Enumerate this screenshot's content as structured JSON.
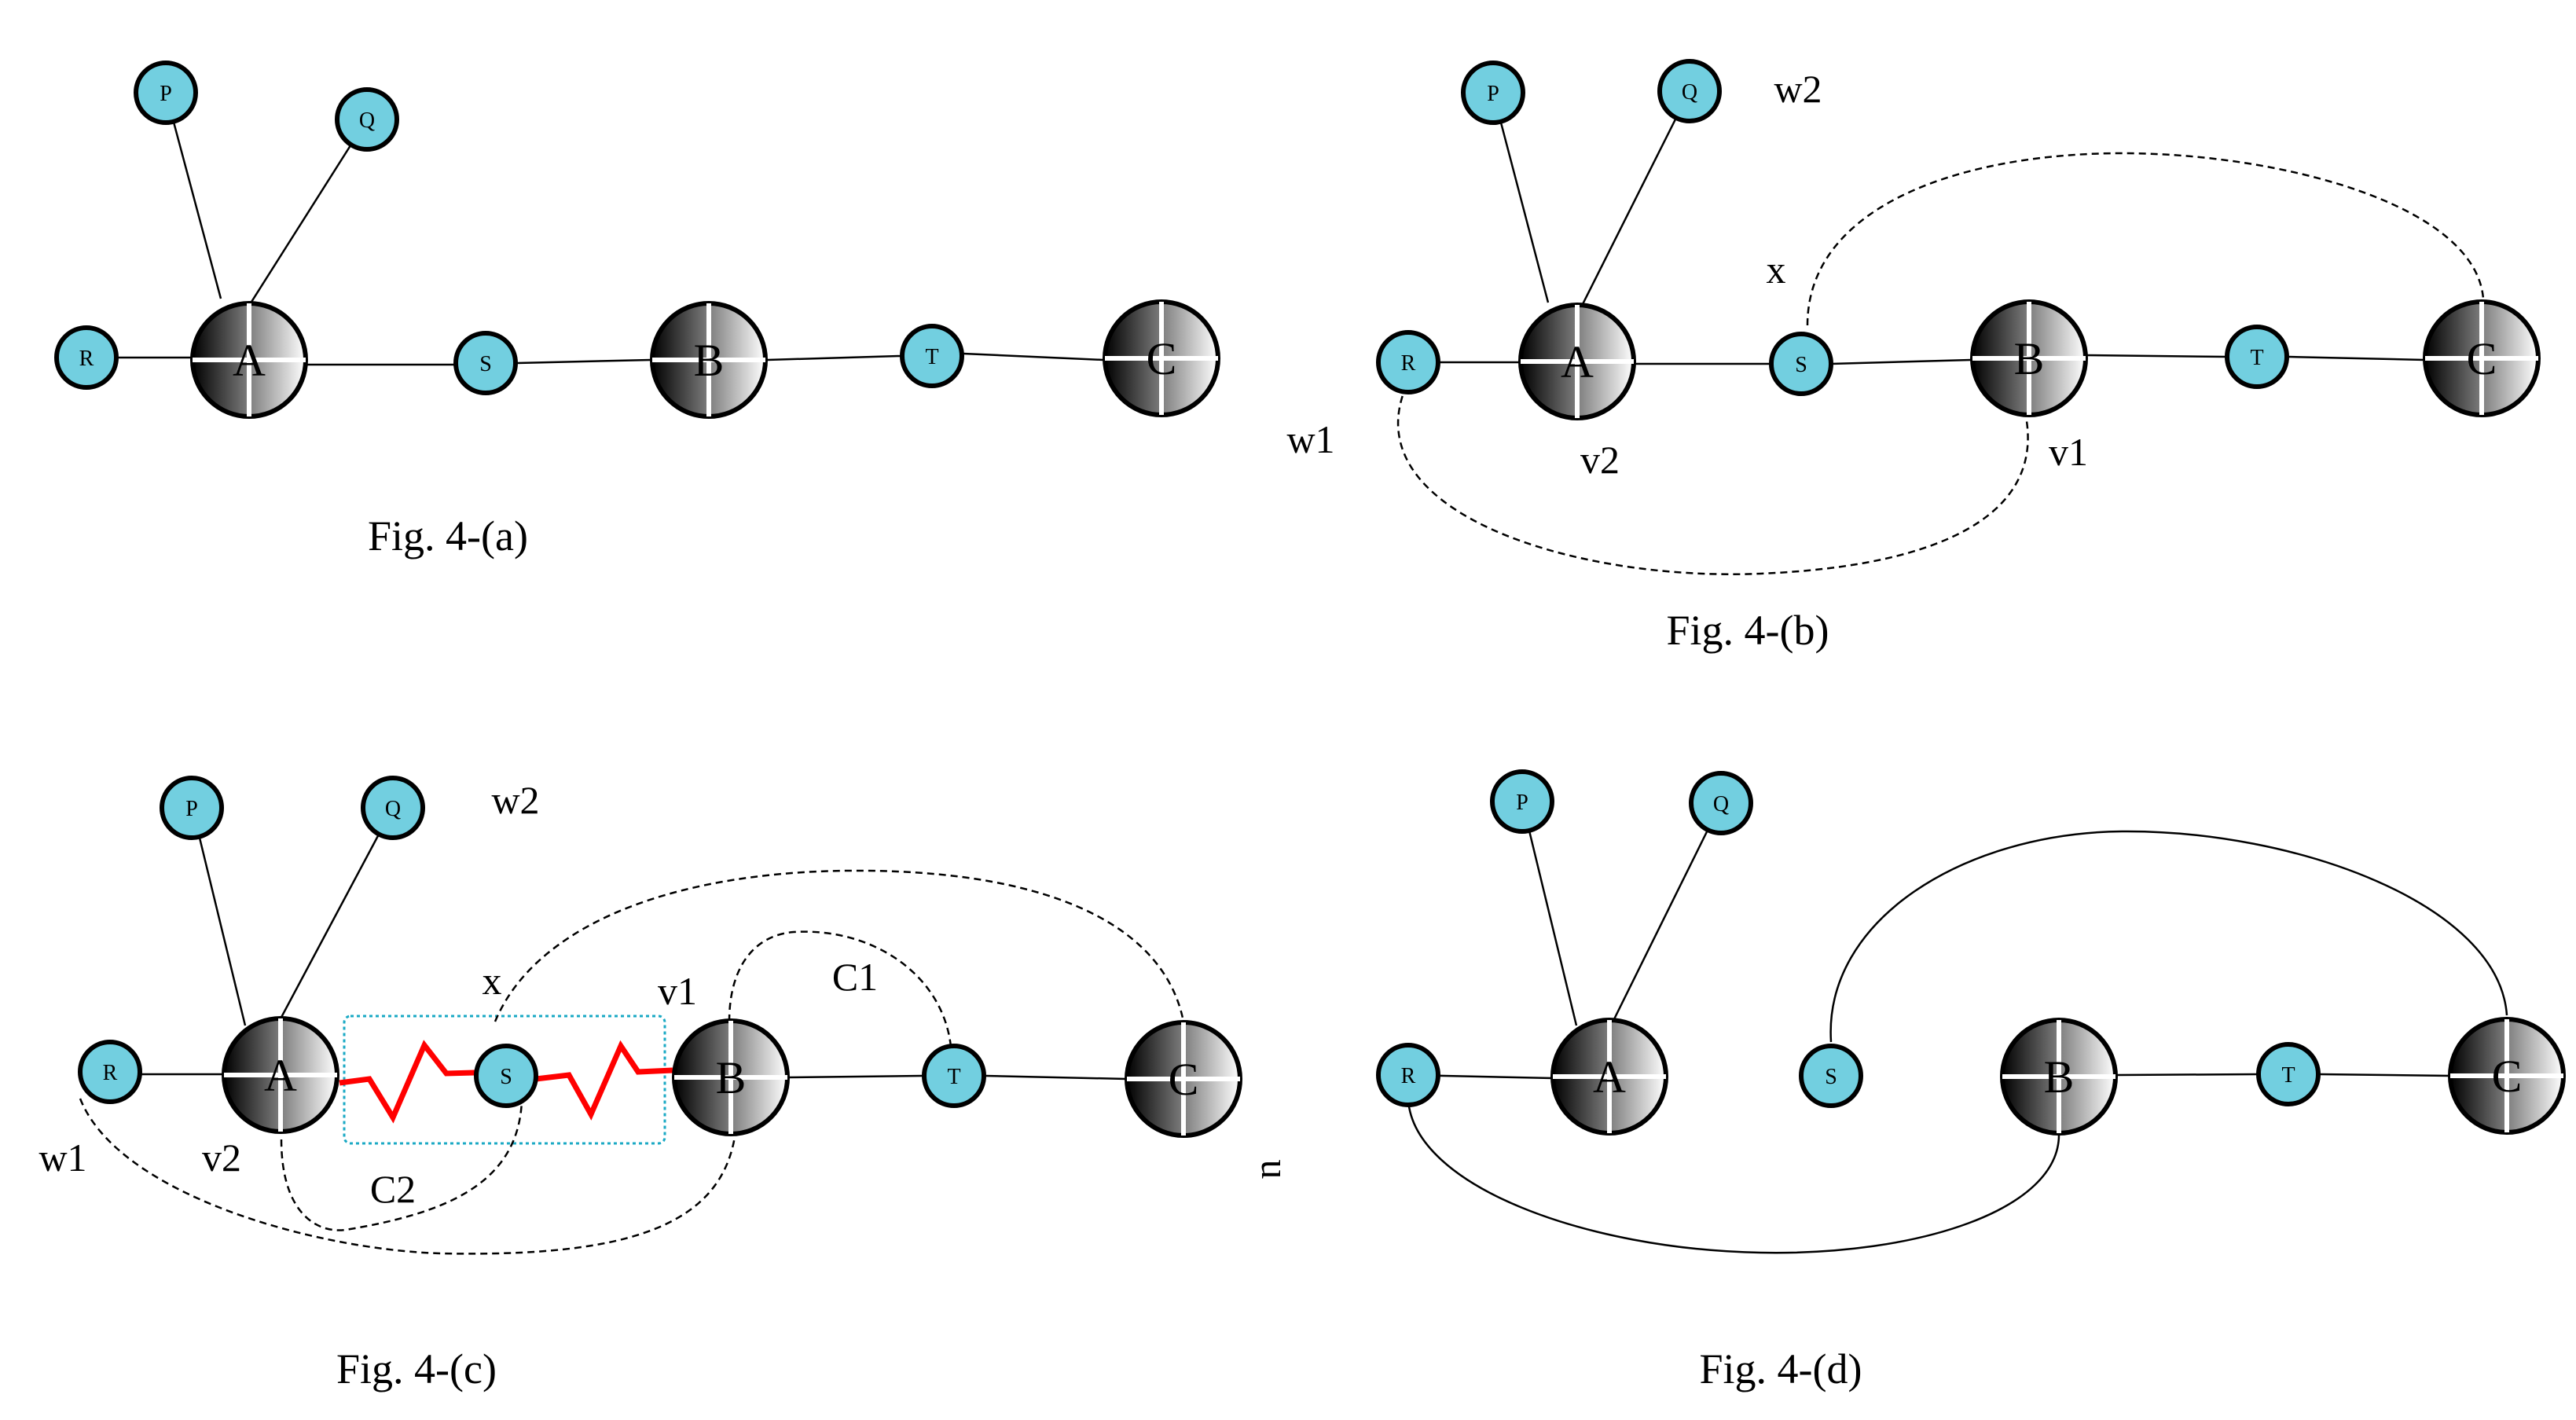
{
  "nodes": {
    "P": "P",
    "Q": "Q",
    "R": "R",
    "S": "S",
    "T": "T",
    "A": "A",
    "B": "B",
    "C": "C"
  },
  "annotations": {
    "w1": "w1",
    "w2": "w2",
    "v1": "v1",
    "v2": "v2",
    "x": "x",
    "C1": "C1",
    "C2": "C2",
    "u": "u"
  },
  "captions": {
    "a": "Fig. 4-(a)",
    "b": "Fig. 4-(b)",
    "c": "Fig. 4-(c)",
    "d": "Fig. 4-(d)"
  },
  "colors": {
    "small_node_fill": "#72cfe0",
    "highlight_path": "#ff0000",
    "selection_box": "#1aa9c4"
  }
}
